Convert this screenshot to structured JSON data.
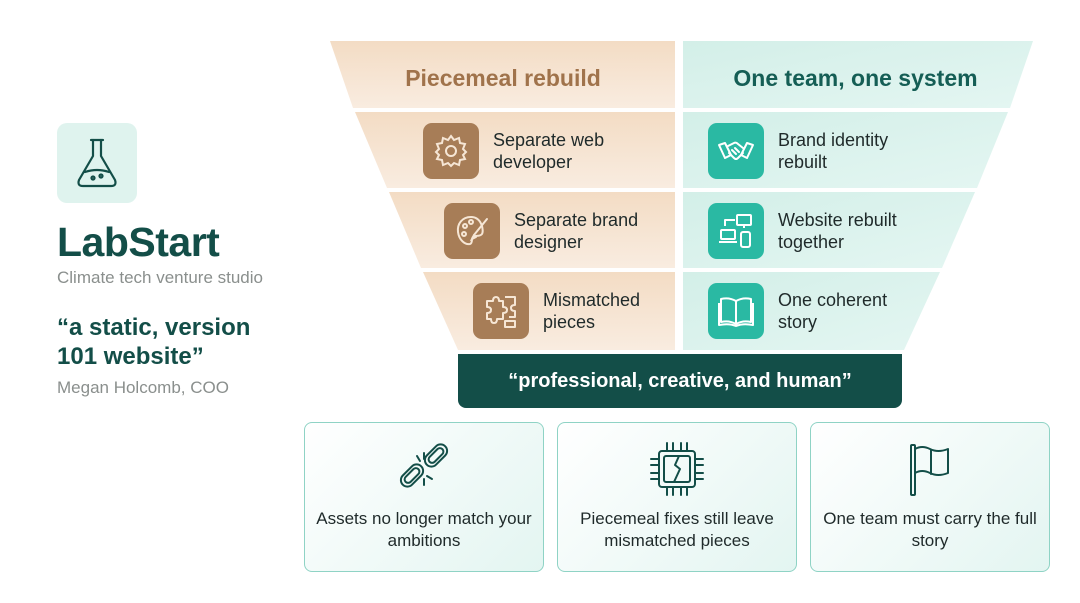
{
  "brand": {
    "name": "LabStart",
    "tagline": "Climate tech venture studio",
    "quote": "“a static, version 101 website”",
    "quote_attribution": "Megan Holcomb, COO",
    "logo_icon": "flask-icon"
  },
  "funnel": {
    "left_title": "Piecemeal rebuild",
    "right_title": "One team, one system",
    "left_items": [
      {
        "label": "Separate web developer",
        "icon": "gear-icon"
      },
      {
        "label": "Separate brand designer",
        "icon": "palette-icon"
      },
      {
        "label": "Mismatched pieces",
        "icon": "puzzle-icon"
      }
    ],
    "right_items": [
      {
        "label": "Brand identity rebuilt",
        "icon": "handshake-icon"
      },
      {
        "label": "Website rebuilt together",
        "icon": "devices-icon"
      },
      {
        "label": "One coherent story",
        "icon": "book-icon"
      }
    ],
    "banner": "“professional, creative, and human”"
  },
  "cards": [
    {
      "label": "Assets no longer match your ambitions",
      "icon": "broken-link-icon"
    },
    {
      "label": "Piecemeal fixes still leave mismatched pieces",
      "icon": "broken-chip-icon"
    },
    {
      "label": "One team must carry the full story",
      "icon": "flag-icon"
    }
  ],
  "colors": {
    "brand_dark": "#134e48",
    "piecemeal_brown": "#a77d57",
    "team_teal": "#2ab9a3",
    "piecemeal_bg": "#f7e3cf",
    "team_bg": "#d8f1ea"
  }
}
